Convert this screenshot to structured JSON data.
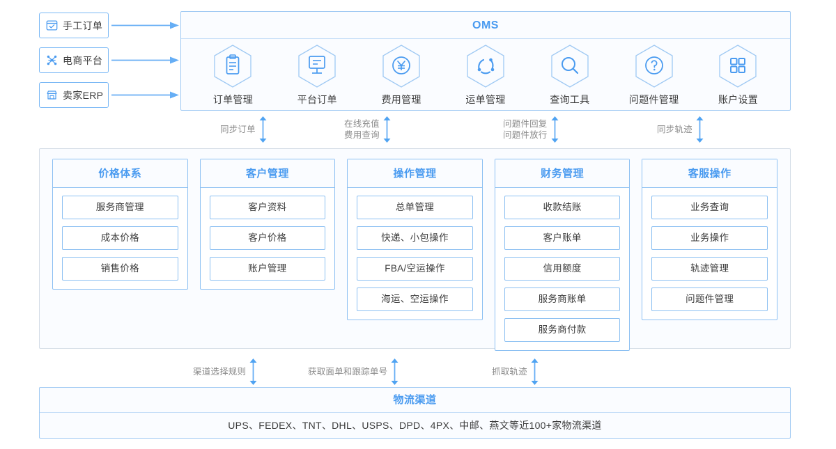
{
  "sources": [
    {
      "label": "手工订单",
      "icon": "checkbox-order-icon"
    },
    {
      "label": "电商平台",
      "icon": "network-nodes-icon"
    },
    {
      "label": "卖家ERP",
      "icon": "storefront-icon"
    }
  ],
  "oms": {
    "title": "OMS",
    "items": [
      {
        "label": "订单管理",
        "icon": "clipboard-icon"
      },
      {
        "label": "平台订单",
        "icon": "monitor-icon"
      },
      {
        "label": "费用管理",
        "icon": "yen-circle-icon"
      },
      {
        "label": "运单管理",
        "icon": "sync-circle-icon"
      },
      {
        "label": "查询工具",
        "icon": "search-icon"
      },
      {
        "label": "问题件管理",
        "icon": "question-circle-icon"
      },
      {
        "label": "账户设置",
        "icon": "grid-squares-icon"
      }
    ]
  },
  "upper_connectors": [
    {
      "text": "同步订单"
    },
    {
      "text": "在线充值\n费用查询"
    },
    {
      "text": "问题件回复\n问题件放行"
    },
    {
      "text": "同步轨迹"
    }
  ],
  "lower_connectors": [
    {
      "text": "渠道选择规则"
    },
    {
      "text": "获取面单和跟踪单号"
    },
    {
      "text": "抓取轨迹"
    }
  ],
  "columns": [
    {
      "title": "价格体系",
      "cells": [
        "服务商管理",
        "成本价格",
        "销售价格"
      ]
    },
    {
      "title": "客户管理",
      "cells": [
        "客户资料",
        "客户价格",
        "账户管理"
      ]
    },
    {
      "title": "操作管理",
      "cells": [
        "总单管理",
        "快递、小包操作",
        "FBA/空运操作",
        "海运、空运操作"
      ]
    },
    {
      "title": "财务管理",
      "cells": [
        "收款结账",
        "客户账单",
        "信用额度",
        "服务商账单",
        "服务商付款"
      ]
    },
    {
      "title": "客服操作",
      "cells": [
        "业务查询",
        "业务操作",
        "轨迹管理",
        "问题件管理"
      ]
    }
  ],
  "logistics": {
    "title": "物流渠道",
    "subtitle": "UPS、FEDEX、TNT、DHL、USPS、DPD、4PX、中邮、燕文等近100+家物流渠道"
  },
  "colors": {
    "accent": "#4a9bf0",
    "line": "#66aef5",
    "border_light": "#8cc0f2",
    "panel_bg": "#fafcff",
    "text": "#3c3c3c",
    "muted": "#8a8a8a"
  }
}
